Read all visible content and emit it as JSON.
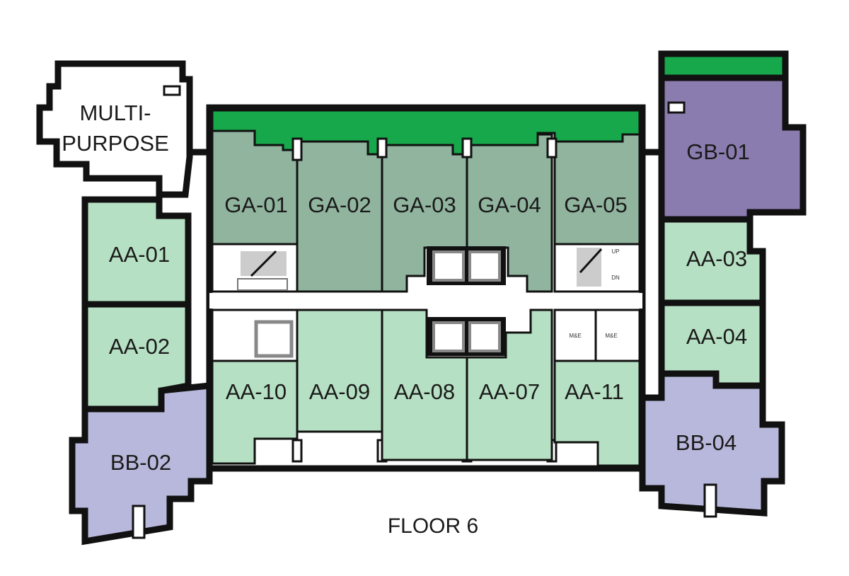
{
  "title": "FLOOR 6",
  "colors": {
    "ga_unit": "#90b49e",
    "aa_unit": "#b6e0c3",
    "gb_unit": "#8a7cae",
    "bb_unit": "#b8b8dc",
    "balcony": "#16a84b",
    "wall": "#111111"
  },
  "amenity": {
    "line1": "MULTI-",
    "line2": "PURPOSE"
  },
  "units": {
    "ga01": "GA-01",
    "ga02": "GA-02",
    "ga03": "GA-03",
    "ga04": "GA-04",
    "ga05": "GA-05",
    "gb01": "GB-01",
    "aa01": "AA-01",
    "aa02": "AA-02",
    "aa03": "AA-03",
    "aa04": "AA-04",
    "aa07": "AA-07",
    "aa08": "AA-08",
    "aa09": "AA-09",
    "aa10": "AA-10",
    "aa11": "AA-11",
    "bb02": "BB-02",
    "bb04": "BB-04"
  },
  "service": {
    "mech1": "M&E",
    "mech2": "M&E",
    "stair_up": "UP",
    "stair_dn": "DN"
  }
}
